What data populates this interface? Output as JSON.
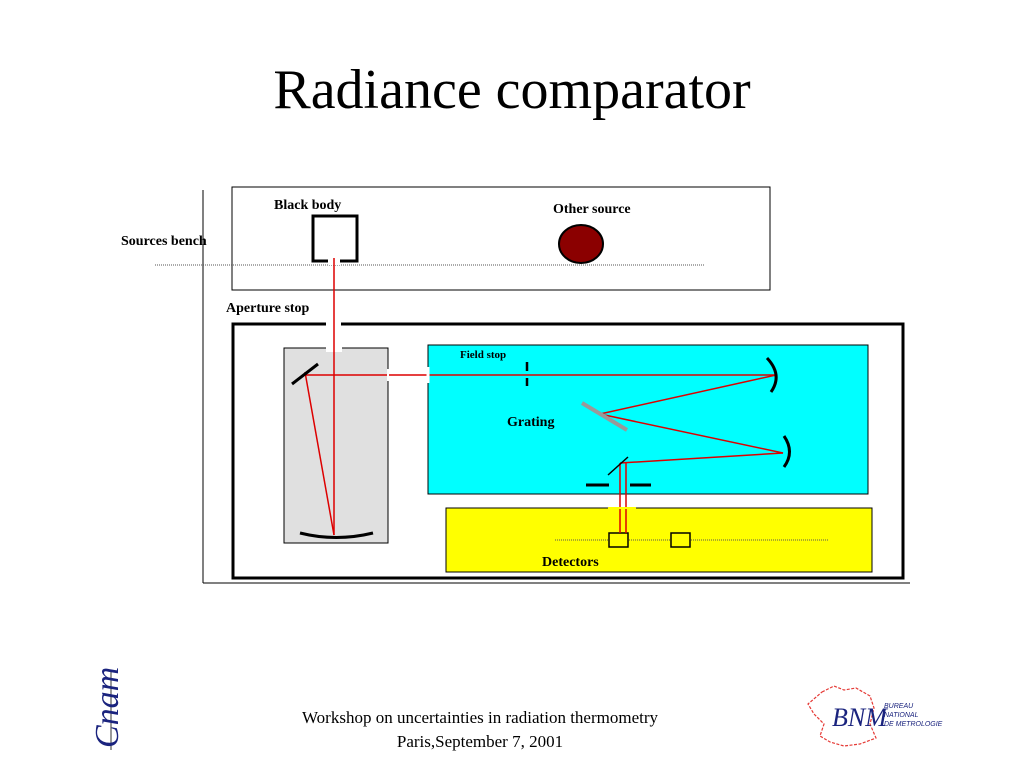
{
  "slide": {
    "title": "Radiance comparator"
  },
  "diagram": {
    "labels": {
      "black_body": "Black body",
      "other_source": "Other source",
      "sources_bench": "Sources bench",
      "aperture_stop": "Aperture stop",
      "field_stop": "Field stop",
      "grating": "Grating",
      "detectors": "Detectors"
    },
    "colors": {
      "beam": "#dd0000",
      "monochromator_fill": "#00ffff",
      "detector_bench_fill": "#ffff00",
      "mirror_housing_fill": "#e0e0e0",
      "other_source_fill": "#8b0000"
    }
  },
  "footer": {
    "line1": "Workshop on uncertainties in radiation thermometry",
    "line2": "Paris,September 7, 2001"
  },
  "logos": {
    "cnam_text": "Cnam",
    "bnm_text": "BNM",
    "bnm_line1": "BUREAU",
    "bnm_line2": "NATIONAL",
    "bnm_line3": "DE METROLOGIE"
  }
}
